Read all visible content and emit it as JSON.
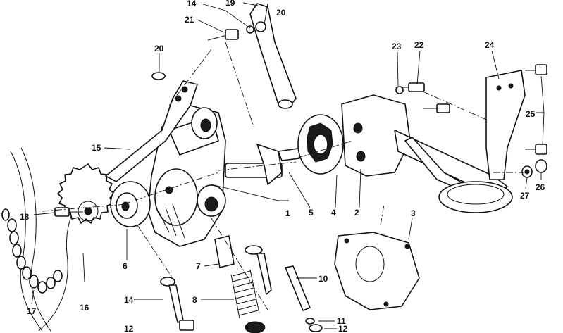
{
  "diagram": {
    "callouts": [
      {
        "id": "c1",
        "text": "1"
      },
      {
        "id": "c2",
        "text": "2"
      },
      {
        "id": "c3",
        "text": "3"
      },
      {
        "id": "c4",
        "text": "4"
      },
      {
        "id": "c5",
        "text": "5"
      },
      {
        "id": "c6",
        "text": "6"
      },
      {
        "id": "c7",
        "text": "7"
      },
      {
        "id": "c8",
        "text": "8"
      },
      {
        "id": "c10",
        "text": "10"
      },
      {
        "id": "c11",
        "text": "11"
      },
      {
        "id": "c12a",
        "text": "12"
      },
      {
        "id": "c12b",
        "text": "12"
      },
      {
        "id": "c14a",
        "text": "14"
      },
      {
        "id": "c14b",
        "text": "14"
      },
      {
        "id": "c15",
        "text": "15"
      },
      {
        "id": "c16",
        "text": "16"
      },
      {
        "id": "c17",
        "text": "17"
      },
      {
        "id": "c18",
        "text": "18"
      },
      {
        "id": "c19",
        "text": "19"
      },
      {
        "id": "c20a",
        "text": "20"
      },
      {
        "id": "c20b",
        "text": "20"
      },
      {
        "id": "c21",
        "text": "21"
      },
      {
        "id": "c22",
        "text": "22"
      },
      {
        "id": "c23",
        "text": "23"
      },
      {
        "id": "c24",
        "text": "24"
      },
      {
        "id": "c25",
        "text": "25"
      },
      {
        "id": "c26",
        "text": "26"
      },
      {
        "id": "c27",
        "text": "27"
      }
    ]
  }
}
